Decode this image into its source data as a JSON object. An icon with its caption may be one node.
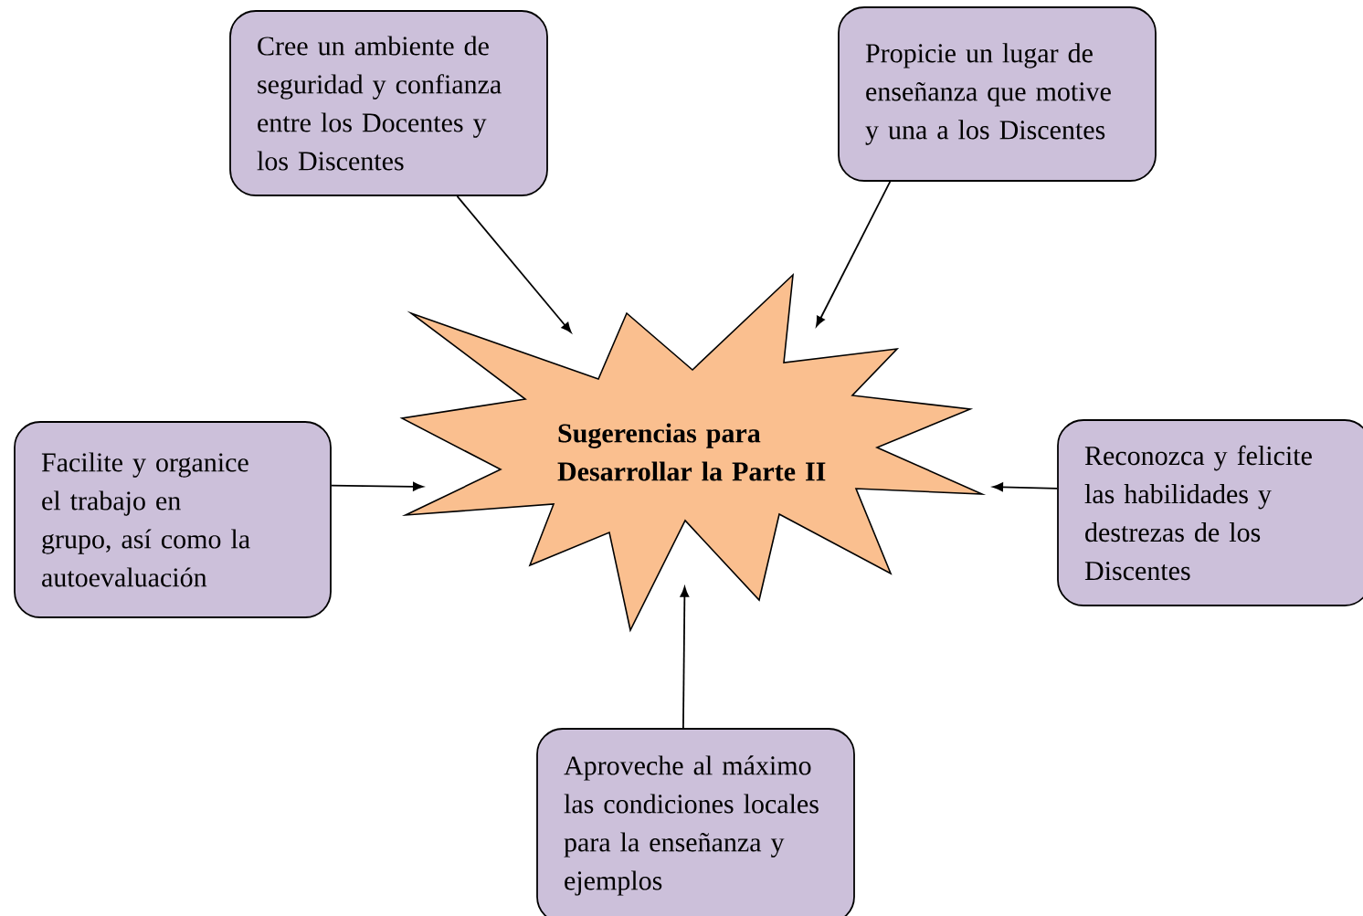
{
  "diagram": {
    "nodes": [
      {
        "text": [
          "Sugerencias para Desarrollar la Parte II"
        ]
      },
      {
        "text": [
          "Cree un ambiente de seguridad y confianza entre los Docentes y los Discentes"
        ]
      },
      {
        "text": [
          "Propicie un lugar de enseñanza que motive y una a los Discentes"
        ]
      },
      {
        "text": [
          "Facilite y organice el trabajo en grupo, así como la autoevaluación"
        ]
      },
      {
        "text": [
          "Reconozca y felicite las habilidades y destrezas de los Discentes"
        ]
      },
      {
        "text": [
          "Aproveche al máximo las condiciones locales para la enseñanza y ejemplos"
        ]
      }
    ],
    "edges": [
      {
        "from": 1,
        "to": 0,
        "arrow": "to"
      },
      {
        "from": 2,
        "to": 0,
        "arrow": "to"
      },
      {
        "from": 3,
        "to": 0,
        "arrow": "to"
      },
      {
        "from": 4,
        "to": 0,
        "arrow": "to"
      },
      {
        "from": 5,
        "to": 0,
        "arrow": "to"
      }
    ]
  }
}
